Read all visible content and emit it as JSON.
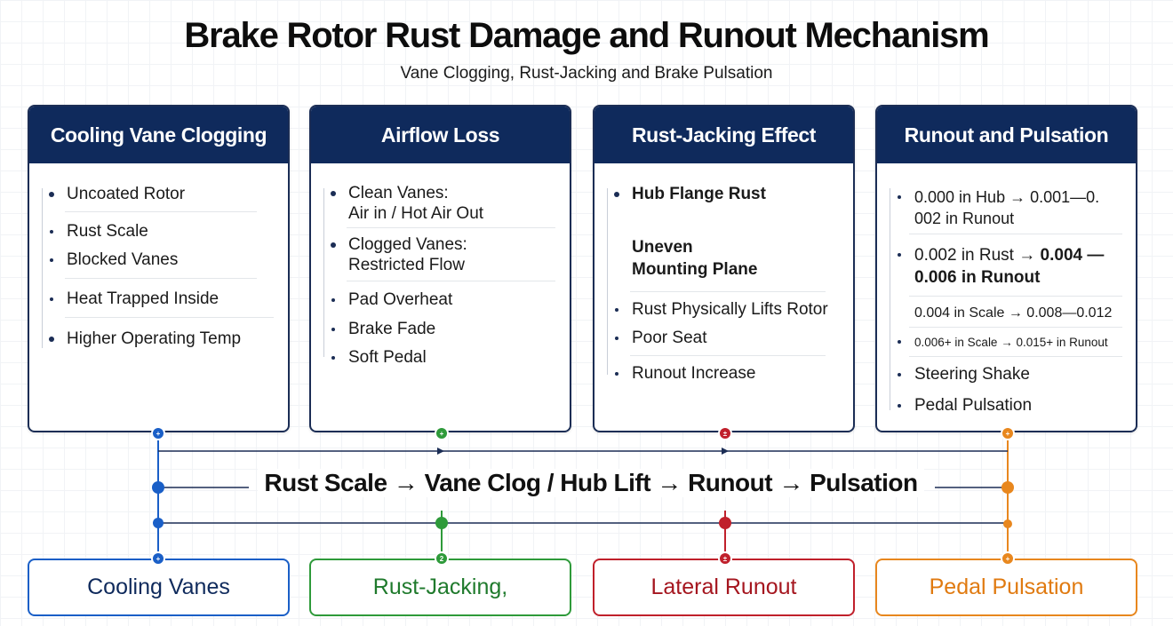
{
  "title": "Brake Rotor Rust Damage and Runout Mechanism",
  "subtitle": "Vane Clogging, Rust-Jacking and Brake Pulsation",
  "colors": {
    "navy": "#0f2a5c",
    "blue": "#1a5fc7",
    "green": "#2e9a3a",
    "red": "#c0202b",
    "orange": "#e8871e"
  },
  "panels": [
    {
      "heading": "Cooling Vane Clogging",
      "items": [
        "Uncoated Rotor",
        "Rust Scale",
        "Blocked Vanes",
        "Heat Trapped Inside",
        "Higher Operating Temp"
      ]
    },
    {
      "heading": "Airflow Loss",
      "items": [
        {
          "line1": "Clean Vanes:",
          "line2": "Air in / Hot Air Out"
        },
        {
          "line1": "Clogged Vanes:",
          "line2": "Restricted Flow"
        },
        "Pad Overheat",
        "Brake Fade",
        "Soft Pedal"
      ]
    },
    {
      "heading": "Rust-Jacking Effect",
      "items": [
        "Hub Flange Rust",
        {
          "line1": "Uneven",
          "line2": "Mounting Plane"
        },
        "Rust Physically Lifts Rotor",
        "Poor Seat",
        "Runout Increase"
      ]
    },
    {
      "heading": "Runout and Pulsation",
      "items": [
        {
          "line1": "0.000 in Hub → 0.001—0.",
          "line2": "002 in Runout"
        },
        {
          "a": "0.002 in Rust → ",
          "b": "0.004 —",
          "line2": "0.006 in Runout"
        },
        "0.004 in Scale → 0.008—0.012",
        "0.006+ in Scale → 0.015+ in Runout",
        "Steering Shake",
        "Pedal Pulsation"
      ]
    }
  ],
  "flow_text": "Rust Scale → Vane Clog / Hub Lift → Runout → Pulsation",
  "outcomes": [
    "Cooling Vanes",
    "Rust-Jacking,",
    "Lateral Runout",
    "Pedal Pulsation"
  ],
  "node_marks": {
    "top": [
      "+",
      "+",
      "±",
      "+"
    ],
    "bottom": [
      "+",
      "2",
      "±",
      "+"
    ]
  }
}
